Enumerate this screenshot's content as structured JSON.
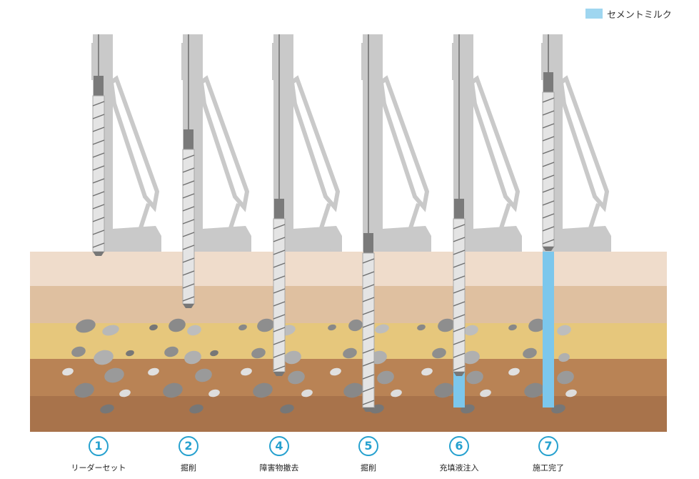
{
  "legend": {
    "label": "セメントミルク",
    "color": "#9fd6f0"
  },
  "steps": [
    {
      "number": "1",
      "label": "リーダーセット"
    },
    {
      "number": "2",
      "label": "掘削"
    },
    {
      "number": "4",
      "label": "障害物撤去"
    },
    {
      "number": "5",
      "label": "掘削"
    },
    {
      "number": "6",
      "label": "充填液注入"
    },
    {
      "number": "7",
      "label": "施工完了"
    }
  ],
  "colors": {
    "machine": "#c9c9c9",
    "auger": "#e4e4e4",
    "soil_top": "#efdccb",
    "soil_mid": "#d9b48e",
    "sand": "#e6c77c",
    "clay": "#b98355",
    "deep": "#a8734b",
    "cement": "#7cc7ec",
    "accent": "#26a1cf"
  }
}
